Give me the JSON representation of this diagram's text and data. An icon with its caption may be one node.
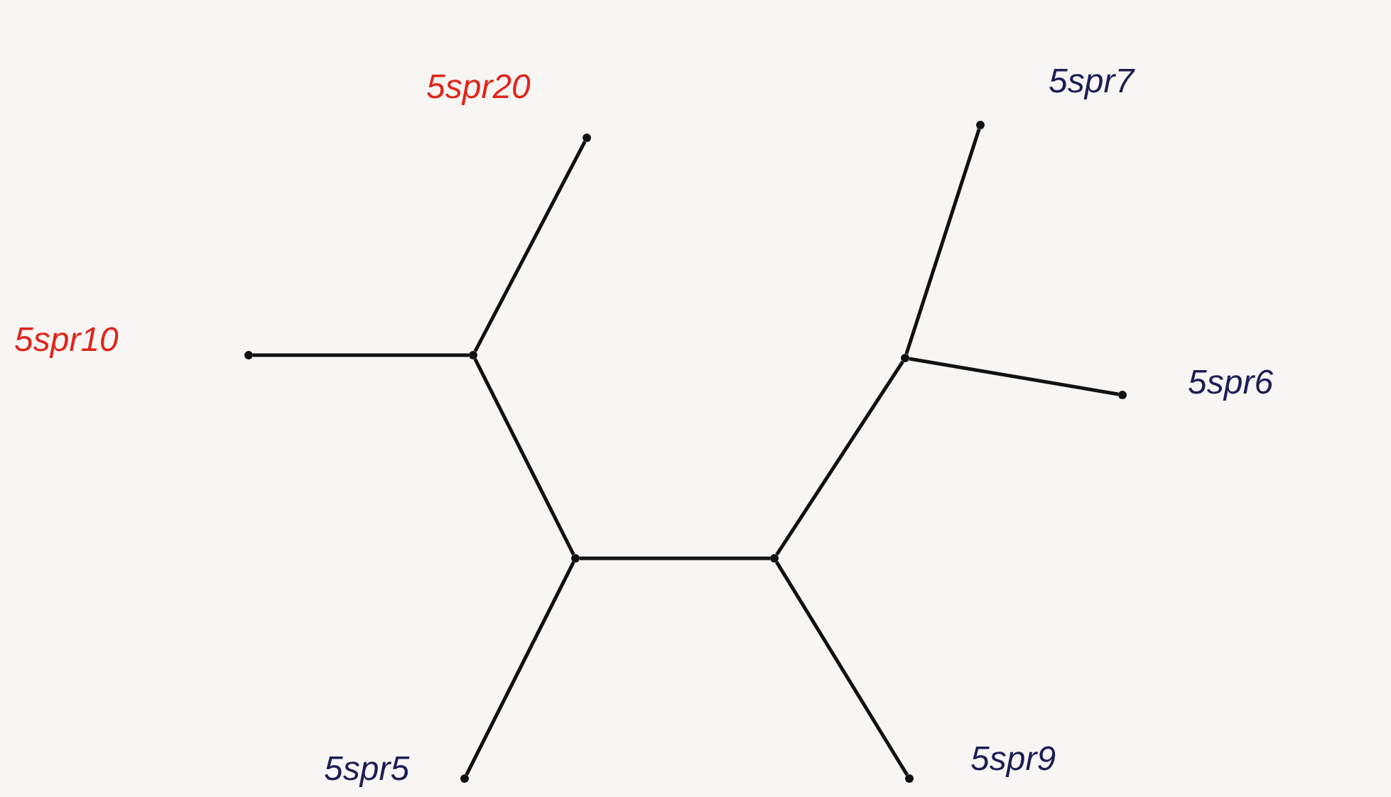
{
  "diagram": {
    "nodes": [
      {
        "text": [],
        "shape": "point",
        "beside": [
          "5spr20"
        ]
      },
      {
        "text": [],
        "shape": "point",
        "beside": [
          "5spr7"
        ]
      },
      {
        "text": [],
        "shape": "point",
        "beside": [
          "5spr10"
        ]
      },
      {
        "text": [],
        "shape": "point",
        "beside": [
          "5spr6"
        ]
      },
      {
        "text": [],
        "shape": "point",
        "beside": [
          "5spr5"
        ]
      },
      {
        "text": [],
        "shape": "point",
        "beside": [
          "5spr9"
        ]
      },
      {
        "text": [],
        "shape": "point"
      },
      {
        "text": [],
        "shape": "point"
      },
      {
        "text": [],
        "shape": "point"
      },
      {
        "text": [],
        "shape": "point"
      }
    ],
    "edges": [
      {
        "from": 6,
        "to": 2,
        "arrow": "none"
      },
      {
        "from": 6,
        "to": 0,
        "arrow": "none"
      },
      {
        "from": 6,
        "to": 8,
        "arrow": "none"
      },
      {
        "from": 8,
        "to": 9,
        "arrow": "none"
      },
      {
        "from": 8,
        "to": 4,
        "arrow": "none"
      },
      {
        "from": 9,
        "to": 5,
        "arrow": "none"
      },
      {
        "from": 9,
        "to": 7,
        "arrow": "none"
      },
      {
        "from": 7,
        "to": 1,
        "arrow": "none"
      },
      {
        "from": 7,
        "to": 3,
        "arrow": "none"
      }
    ]
  }
}
